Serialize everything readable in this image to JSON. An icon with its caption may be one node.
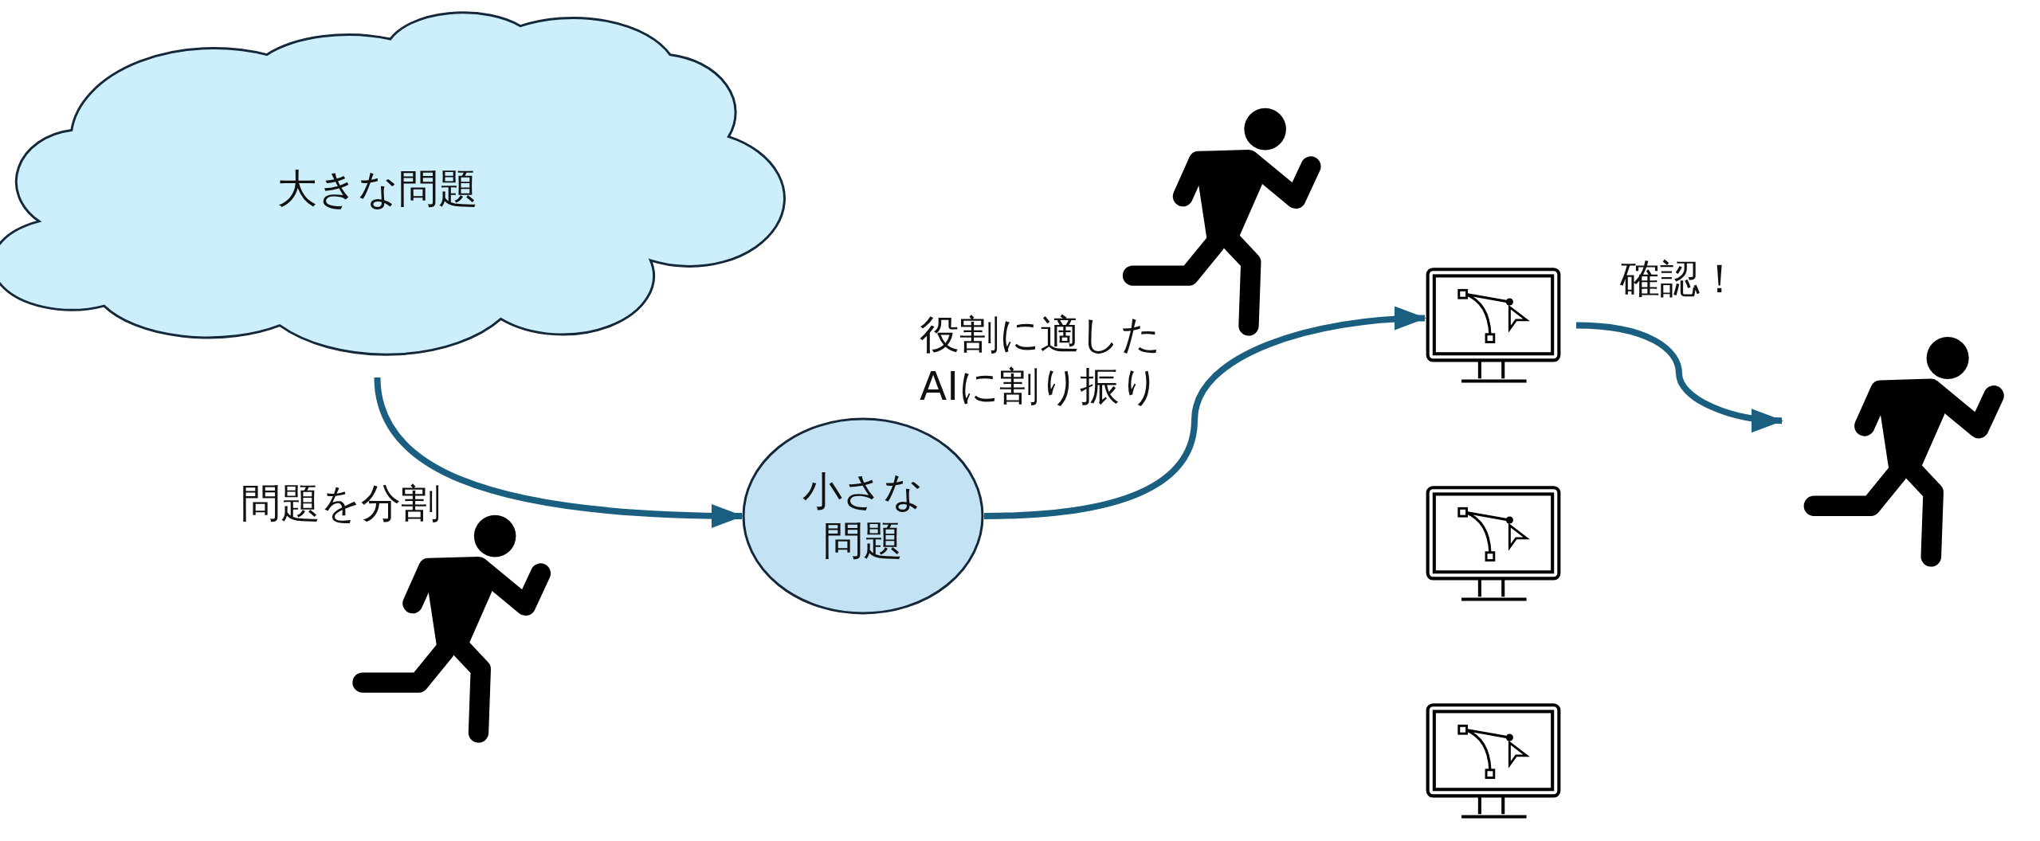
{
  "diagram": {
    "nodes": [
      {
        "text": [
          "大きな問題"
        ]
      },
      {
        "text": [
          "小さな問題"
        ]
      },
      {
        "text": [],
        "shape": "picture"
      },
      {
        "text": [],
        "shape": "picture"
      },
      {
        "text": [],
        "shape": "picture"
      },
      {
        "text": [],
        "shape": "person"
      }
    ],
    "edges": [
      {
        "from": 0,
        "to": 1,
        "arrow": "to",
        "label": "問題を分割",
        "color": "#1a5f80"
      },
      {
        "from": 1,
        "to": 2,
        "arrow": "to",
        "label": "役割に適したAIに割り振り",
        "color": "#1a5f80"
      },
      {
        "from": 2,
        "to": 5,
        "arrow": "to",
        "label": "確認！",
        "color": "#1a5f80"
      }
    ]
  }
}
